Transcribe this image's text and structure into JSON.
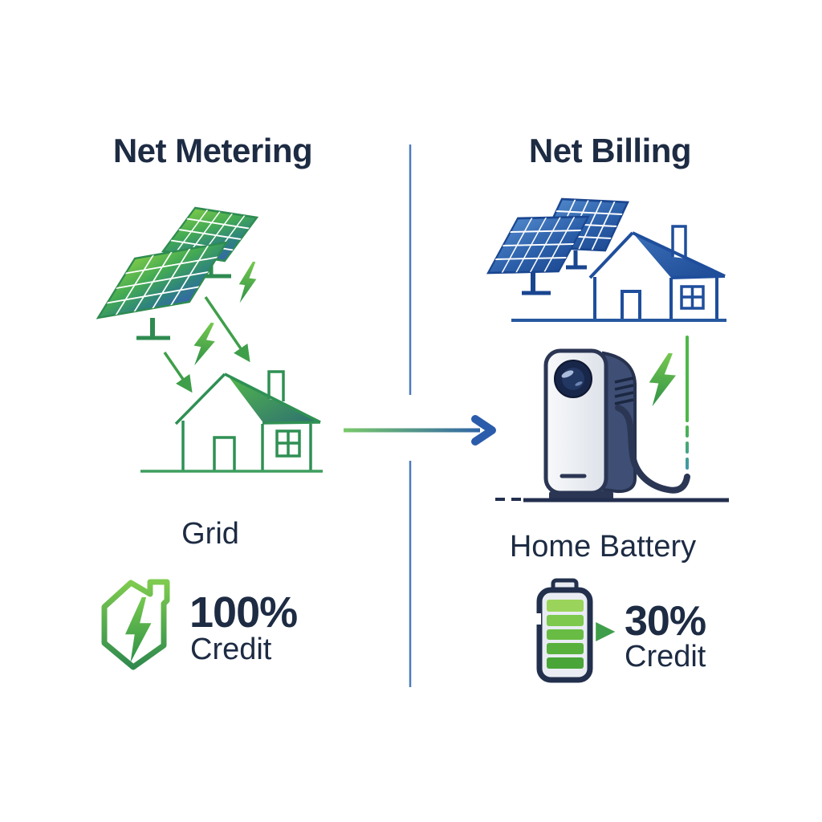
{
  "diagram": {
    "left": {
      "title": "Net Metering",
      "source_label": "Grid",
      "credit_value": "100%",
      "credit_label": "Credit",
      "icons": [
        "solar-panel-icon",
        "house-icon",
        "lightning-bolt-icon",
        "energy-shield-icon"
      ]
    },
    "right": {
      "title": "Net Billing",
      "source_label": "Home Battery",
      "credit_value": "30%",
      "credit_label": "Credit",
      "icons": [
        "solar-panel-icon",
        "house-icon",
        "home-battery-icon",
        "lightning-bolt-icon",
        "battery-level-icon",
        "arrow-right-icon"
      ]
    },
    "colors": {
      "text": "#1d2b43",
      "green_accent": "#3f9e4a",
      "blue_accent": "#2a5fac",
      "divider": "#4d7cbd",
      "arrow_gradient_start": "#7ac96a",
      "arrow_gradient_end": "#2b5cab"
    }
  }
}
